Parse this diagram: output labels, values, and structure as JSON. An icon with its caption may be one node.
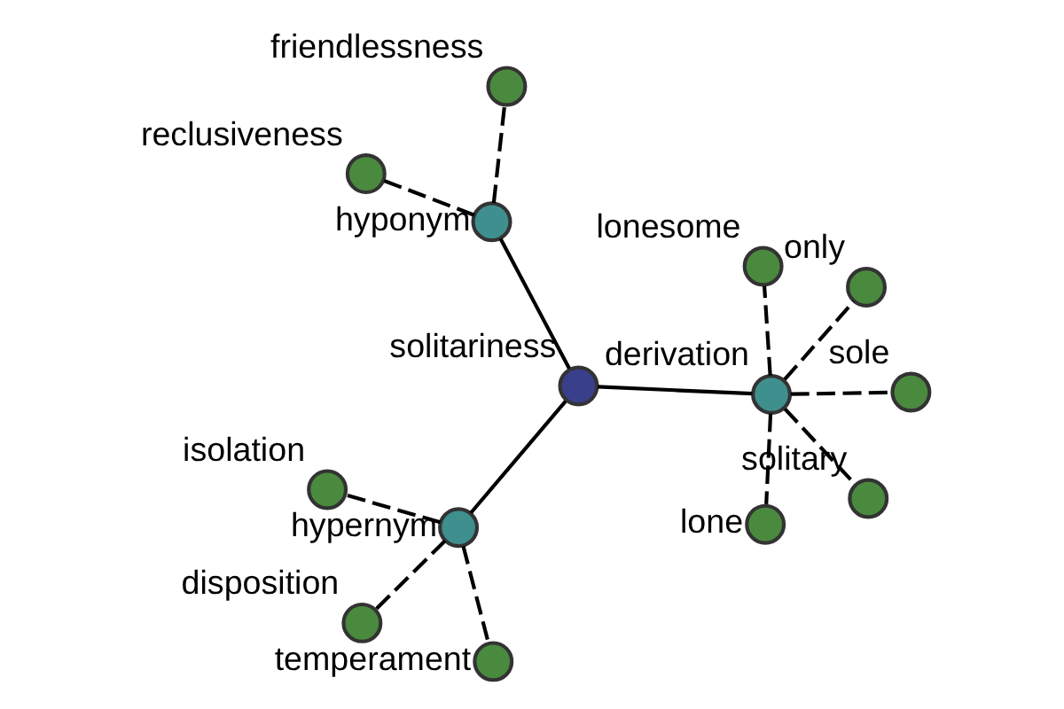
{
  "diagram": {
    "nodes": [
      {
        "text": [
          "solitariness"
        ]
      },
      {
        "text": [
          "hyponym"
        ]
      },
      {
        "text": [
          "reclusiveness"
        ]
      },
      {
        "text": [
          "friendlessness"
        ]
      },
      {
        "text": [
          "hypernym"
        ]
      },
      {
        "text": [
          "isolation"
        ]
      },
      {
        "text": [
          "disposition"
        ]
      },
      {
        "text": [
          "temperament"
        ]
      },
      {
        "text": [
          "derivation"
        ]
      },
      {
        "text": [
          "solitary"
        ]
      },
      {
        "text": [
          "lone"
        ]
      },
      {
        "text": [
          "lonesome"
        ]
      },
      {
        "text": [
          "sole"
        ]
      },
      {
        "text": [
          "only"
        ]
      }
    ],
    "edges": [
      {
        "from": 0,
        "to": 1,
        "arrow": "none"
      },
      {
        "from": 1,
        "to": 2,
        "arrow": "none",
        "style": "dashed"
      },
      {
        "from": 1,
        "to": 3,
        "arrow": "none",
        "style": "dashed"
      },
      {
        "from": 0,
        "to": 4,
        "arrow": "none"
      },
      {
        "from": 4,
        "to": 5,
        "arrow": "none",
        "style": "dashed"
      },
      {
        "from": 4,
        "to": 6,
        "arrow": "none",
        "style": "dashed"
      },
      {
        "from": 4,
        "to": 7,
        "arrow": "none",
        "style": "dashed"
      },
      {
        "from": 0,
        "to": 8,
        "arrow": "none"
      },
      {
        "from": 8,
        "to": 9,
        "arrow": "none",
        "style": "dashed"
      },
      {
        "from": 8,
        "to": 10,
        "arrow": "none",
        "style": "dashed"
      },
      {
        "from": 8,
        "to": 11,
        "arrow": "none",
        "style": "dashed"
      },
      {
        "from": 8,
        "to": 12,
        "arrow": "none",
        "style": "dashed"
      },
      {
        "from": 8,
        "to": 13,
        "arrow": "none",
        "style": "dashed"
      }
    ]
  }
}
